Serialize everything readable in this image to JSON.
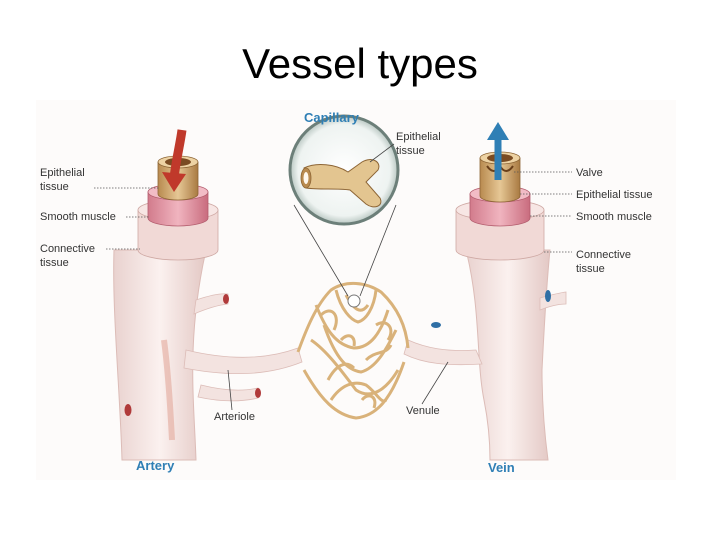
{
  "slide": {
    "title": "Vessel types"
  },
  "diagram": {
    "artery_side": {
      "epithelial_line1": "Epithelial",
      "epithelial_line2": "tissue",
      "smooth_muscle": "Smooth muscle",
      "connective_line1": "Connective",
      "connective_line2": "tissue",
      "vessel_name": "Artery"
    },
    "capillary": {
      "name": "Capillary",
      "epithelial_line1": "Epithelial",
      "epithelial_line2": "tissue"
    },
    "vein_side": {
      "valve": "Valve",
      "epithelial": "Epithelial tissue",
      "smooth_muscle": "Smooth muscle",
      "connective_line1": "Connective",
      "connective_line2": "tissue",
      "vessel_name": "Vein"
    },
    "arteriole": "Arteriole",
    "venule": "Venule",
    "colors": {
      "artery_flow": "#c0392b",
      "vein_flow": "#2f7fb5",
      "smooth_muscle": "#e39aa8",
      "epithelial": "#c9a36a",
      "connective": "#f6e6e3",
      "capillary_net": "#d9b27a",
      "label_heading": "#2f7fb5"
    }
  }
}
